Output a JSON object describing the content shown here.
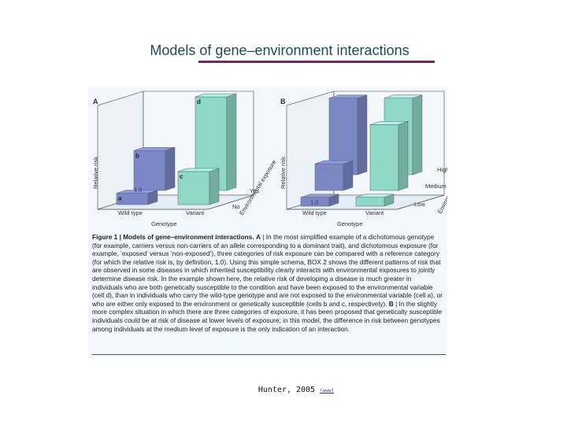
{
  "slide": {
    "title": "Models of gene–environment interactions"
  },
  "figure": {
    "panels": [
      {
        "letter": "A",
        "ylabel": "Relative risk",
        "xlabel": "Genotype",
        "genotypes": [
          "Wild type",
          "Variant"
        ],
        "exposure_title": "Environmental exposure",
        "exposure_levels": [
          "No",
          "Yes"
        ],
        "reference_label": "1.0",
        "bar_letters": [
          "a",
          "b",
          "c",
          "d"
        ]
      },
      {
        "letter": "B",
        "ylabel": "Relative risk",
        "xlabel": "Genotype",
        "genotypes": [
          "Wild type",
          "Variant"
        ],
        "exposure_title": "Environmental exposure",
        "exposure_levels": [
          "Low",
          "Medium",
          "High"
        ],
        "reference_label": "1.0"
      }
    ],
    "caption": {
      "label": "Figure 1 | Models of gene–environment interactions.",
      "part_a_letter": "A",
      "text_a": " | In the most simplified example of a dichotomous genotype (for example, carriers versus non-carriers of an allele corresponding to a dominant trait), and dichotomous exposure (for example, ‘exposed’ versus ‘non-exposed’), three categories of risk exposure can be compared with a reference category (for which the relative risk is, by definition, 1.0). Using this simple schema, BOX 2 shows the different patterns of risk that are observed in some diseases in which inherited susceptibility clearly interacts with environmental exposures to jointly determine disease risk. In the example shown here, the relative risk of developing a disease is much greater in individuals who are both genetically susceptible to the condition and have been exposed to the environmental variable (cell d), than in individuals who carry the wild-type genotype and are not exposed to the environmental variable (cell a), or who are either only exposed to the environment or genetically susceptible (cells b and c, respectively). ",
      "part_b_letter": "B",
      "text_b": " | In the slightly more complex situation in which there are three categories of exposure, it has been proposed that genetically susceptible individuals could be at risk of disease at lower levels of exposure; in this model, the difference in risk between genotypes among individuals at the medium level of exposure is the only indication of an interaction."
    }
  },
  "citation": {
    "text": "Hunter, 2005 ",
    "link": "(www)"
  },
  "chart_data": [
    {
      "type": "bar",
      "title": "A",
      "ylabel": "Relative risk",
      "xlabel": "Genotype",
      "categories": [
        "Wild type",
        "Variant"
      ],
      "series": [
        {
          "name": "No",
          "values": [
            1.0,
            2.9
          ]
        },
        {
          "name": "Yes",
          "values": [
            3.5,
            8.2
          ]
        }
      ],
      "colors": {
        "wild_type": "#7b88c4",
        "variant": "#8fd8c8"
      }
    },
    {
      "type": "bar",
      "title": "B",
      "ylabel": "Relative risk",
      "xlabel": "Genotype",
      "categories": [
        "Wild type",
        "Variant"
      ],
      "series": [
        {
          "name": "Low",
          "values": [
            1.0,
            1.0
          ]
        },
        {
          "name": "Medium",
          "values": [
            3.0,
            7.4
          ]
        },
        {
          "name": "High",
          "values": [
            8.6,
            8.6
          ]
        }
      ],
      "colors": {
        "wild_type": "#7b88c4",
        "variant": "#8fd8c8"
      }
    }
  ]
}
